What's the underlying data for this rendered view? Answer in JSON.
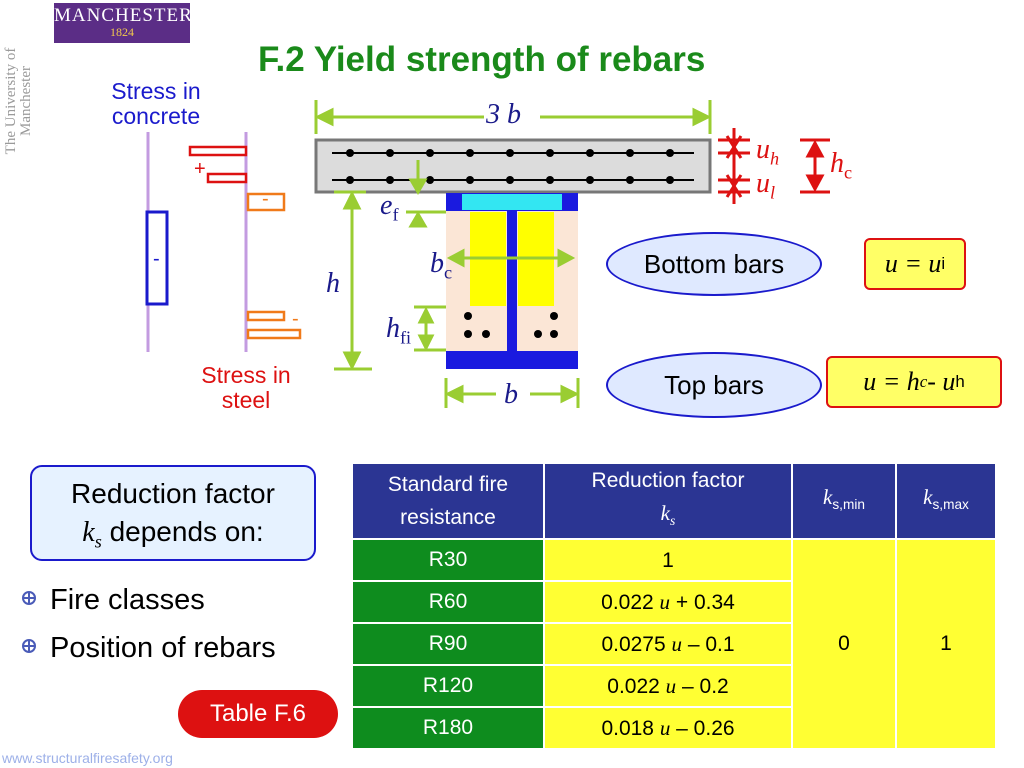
{
  "logo": {
    "name": "MANCHESTER",
    "year": "1824",
    "university": "The University of Manchester"
  },
  "title": "F.2 Yield strength of rebars",
  "diagram": {
    "stress_concrete_label": "Stress in concrete",
    "stress_steel_label": "Stress in steel",
    "sign_plus": "+",
    "sign_minus": "-",
    "dim_3b": "3 b",
    "dim_b": "b",
    "dim_h": "h",
    "dim_uh": "u",
    "dim_uh_sub": "h",
    "dim_ul": "u",
    "dim_ul_sub": "l",
    "dim_hc": "h",
    "dim_hc_sub": "c",
    "dim_ef": "e",
    "dim_ef_sub": "f",
    "dim_bc": "b",
    "dim_bc_sub": "c",
    "dim_hfi": "h",
    "dim_hfi_sub": "fi"
  },
  "bottom_bars": {
    "label": "Bottom bars",
    "formula": "u = u",
    "formula_sub": "i"
  },
  "top_bars": {
    "label": "Top bars",
    "formula_a": "u = h",
    "formula_a_sub": "c",
    "formula_b": " - u",
    "formula_b_sub": "h"
  },
  "reduction_box": {
    "line1": "Reduction factor",
    "k": "k",
    "k_sub": "s",
    "line2_rest": " depends on:"
  },
  "bullets": [
    "Fire classes",
    "Position of rebars"
  ],
  "table_ref": "Table F.6",
  "table": {
    "headers": {
      "col1": "Standard fire resistance",
      "col2_line1": "Reduction factor",
      "col2_k": "k",
      "col2_k_sub": "s",
      "col3_k": "k",
      "col3_sub": "s,min",
      "col4_k": "k",
      "col4_sub": "s,max"
    },
    "rows": [
      {
        "fire": "R30",
        "a": "1",
        "u": "",
        "b": ""
      },
      {
        "fire": "R60",
        "a": "0.022 ",
        "u": "u",
        "b": " + 0.34"
      },
      {
        "fire": "R90",
        "a": "0.0275 ",
        "u": "u",
        "b": " – 0.1"
      },
      {
        "fire": "R120",
        "a": "0.022 ",
        "u": "u",
        "b": " – 0.2"
      },
      {
        "fire": "R180",
        "a": "0.018 ",
        "u": "u",
        "b": " – 0.26"
      }
    ],
    "ks_min": "0",
    "ks_max": "1"
  },
  "footer": "www.structuralfiresafety.org",
  "colors": {
    "title_green": "#1a8a1a",
    "header_navy": "#2b3593",
    "fire_green": "#0e8c1e",
    "cell_yellow": "#ffff33",
    "dim_green": "#9acd32"
  }
}
